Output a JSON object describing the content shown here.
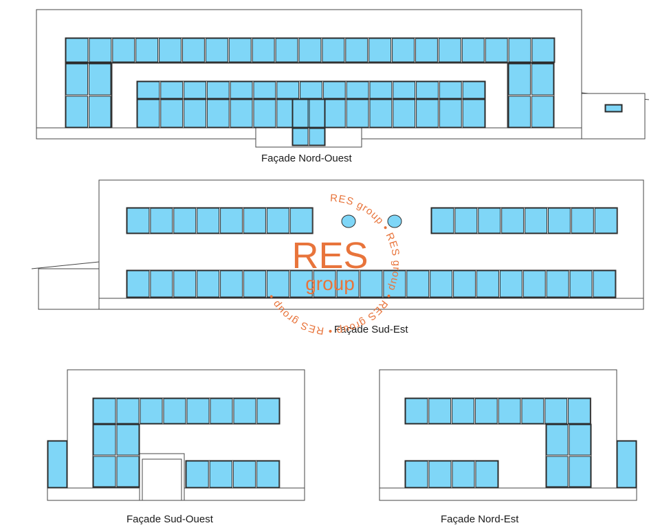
{
  "facades": {
    "nord_ouest": {
      "label": "Façade Nord-Ouest"
    },
    "sud_est": {
      "label": "Façade Sud-Est"
    },
    "sud_ouest": {
      "label": "Façade Sud-Ouest"
    },
    "nord_est": {
      "label": "Façade Nord-Est"
    }
  },
  "watermark": {
    "logo_text": "RES",
    "logo_sub": "group",
    "ring_text": "RES group"
  },
  "colors": {
    "glass": "#7fd6f7",
    "frame": "#2b2b2b",
    "wall": "#ffffff",
    "line": "#444444",
    "watermark": "#e8743b"
  }
}
